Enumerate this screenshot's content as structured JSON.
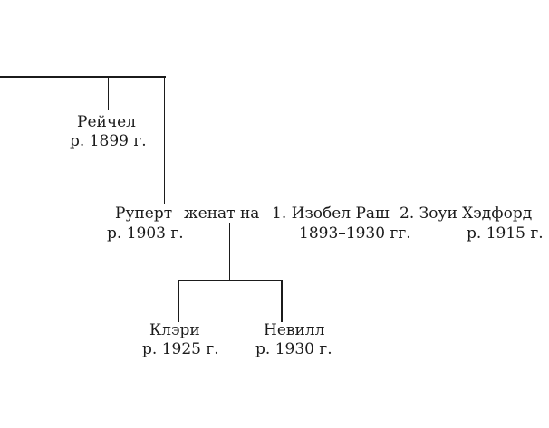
{
  "colors": {
    "background": "#ffffff",
    "line": "#1b1b1b",
    "text": "#1b1b1b"
  },
  "tree": {
    "generation1": {
      "rachel": {
        "name": "Рейчел",
        "birth": "р. 1899 г."
      },
      "rupert": {
        "name": "Руперт",
        "birth": "р. 1903 г."
      },
      "marriage_label": "женат на",
      "spouse1": {
        "name": "1. Изобел Раш",
        "years": "1893–1930 гг."
      },
      "spouse2": {
        "name": "2. Зоуи Хэдфорд",
        "birth": "р. 1915 г."
      }
    },
    "generation2": {
      "clary": {
        "name": "Клэри",
        "birth": "р. 1925 г."
      },
      "neville": {
        "name": "Невилл",
        "birth": "р. 1930 г."
      }
    }
  }
}
